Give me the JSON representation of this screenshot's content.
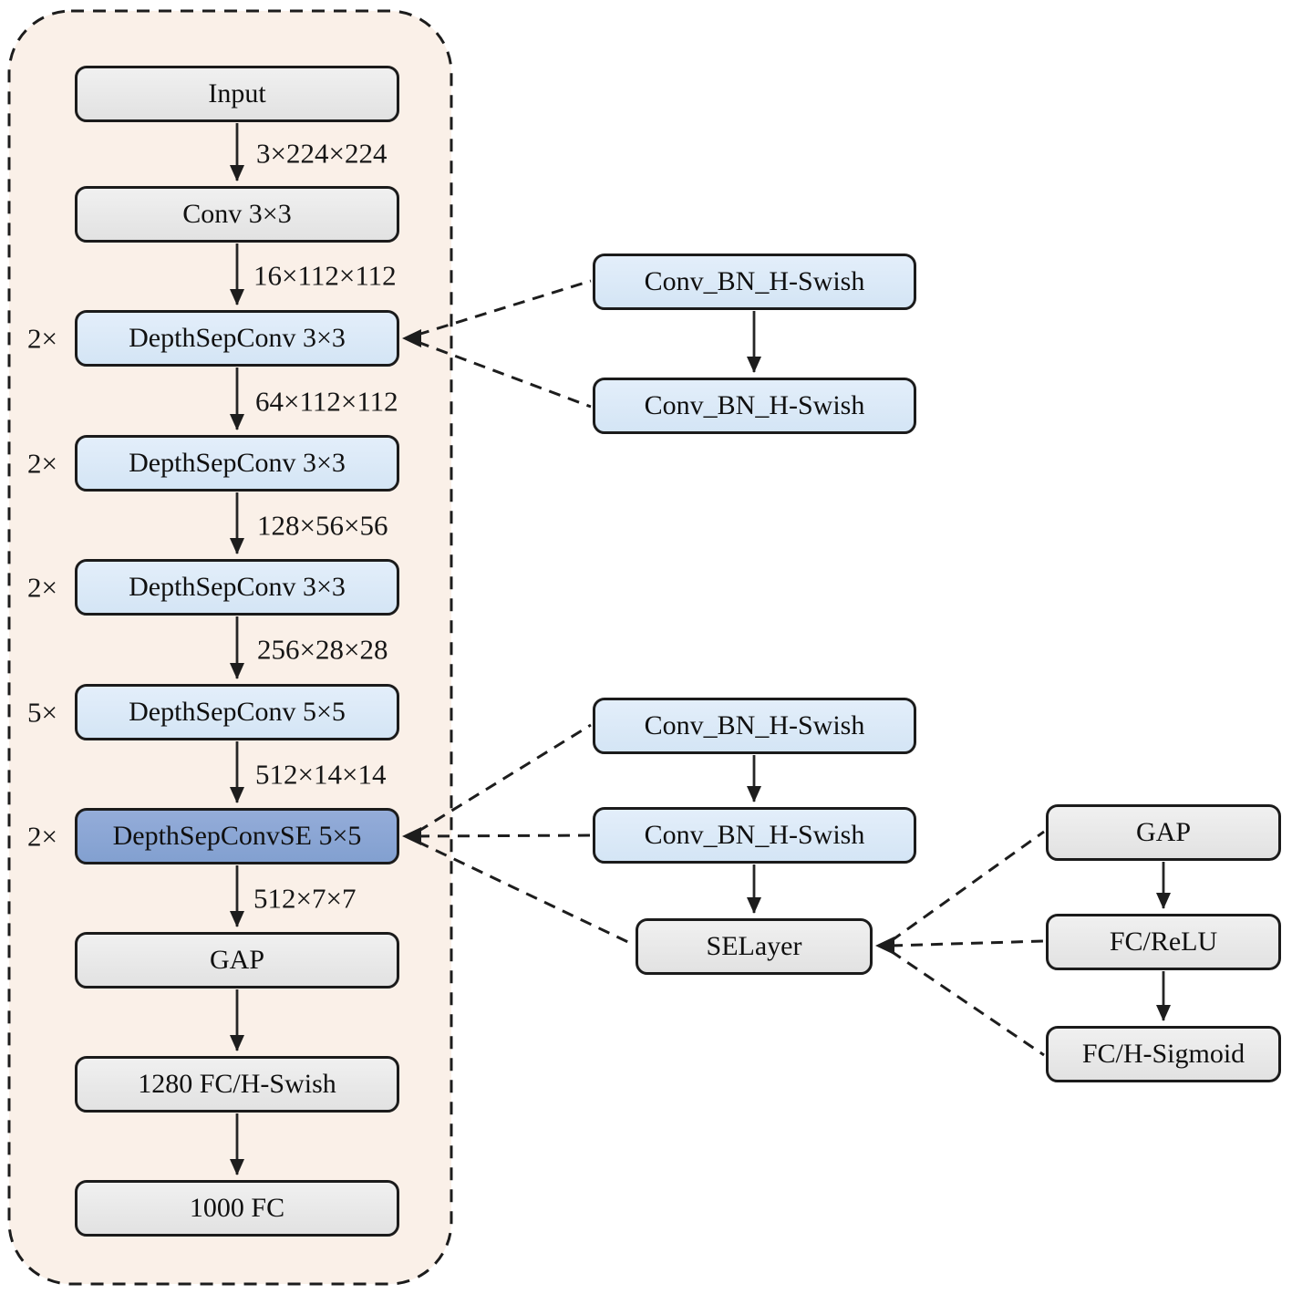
{
  "figure": {
    "kind": "cnn-architecture-diagram",
    "colors": {
      "backbone_panel_fill": "#faf0e8",
      "gray_node_fill": "#e7e7e7",
      "blue_node_fill": "#d9e8f6",
      "dark_blue_node_fill": "#8ba5d3",
      "node_border": "#1b1b1b",
      "connector_line": "#262626"
    }
  },
  "backbone": {
    "nodes": [
      {
        "label": "Input",
        "style": "gray"
      },
      {
        "label": "Conv 3×3",
        "style": "gray"
      },
      {
        "label": "DepthSepConv 3×3",
        "style": "blue",
        "multiplier": "2×"
      },
      {
        "label": "DepthSepConv 3×3",
        "style": "blue",
        "multiplier": "2×"
      },
      {
        "label": "DepthSepConv 3×3",
        "style": "blue",
        "multiplier": "2×"
      },
      {
        "label": "DepthSepConv 5×5",
        "style": "blue",
        "multiplier": "5×"
      },
      {
        "label": "DepthSepConvSE 5×5",
        "style": "darkblue",
        "multiplier": "2×"
      },
      {
        "label": "GAP",
        "style": "gray"
      },
      {
        "label": "1280 FC/H-Swish",
        "style": "gray"
      },
      {
        "label": "1000 FC",
        "style": "gray"
      }
    ],
    "edge_labels": [
      "3×224×224",
      "16×112×112",
      "64×112×112",
      "128×56×56",
      "256×28×28",
      "512×14×14",
      "512×7×7"
    ]
  },
  "depthsepconv_expansion": {
    "nodes": [
      {
        "label": "Conv_BN_H-Swish"
      },
      {
        "label": "Conv_BN_H-Swish"
      }
    ]
  },
  "depthsepconvse_expansion": {
    "nodes": [
      {
        "label": "Conv_BN_H-Swish"
      },
      {
        "label": "Conv_BN_H-Swish"
      },
      {
        "label": "SELayer"
      }
    ]
  },
  "selayer_expansion": {
    "nodes": [
      {
        "label": "GAP"
      },
      {
        "label": "FC/ReLU"
      },
      {
        "label": "FC/H-Sigmoid"
      }
    ]
  }
}
